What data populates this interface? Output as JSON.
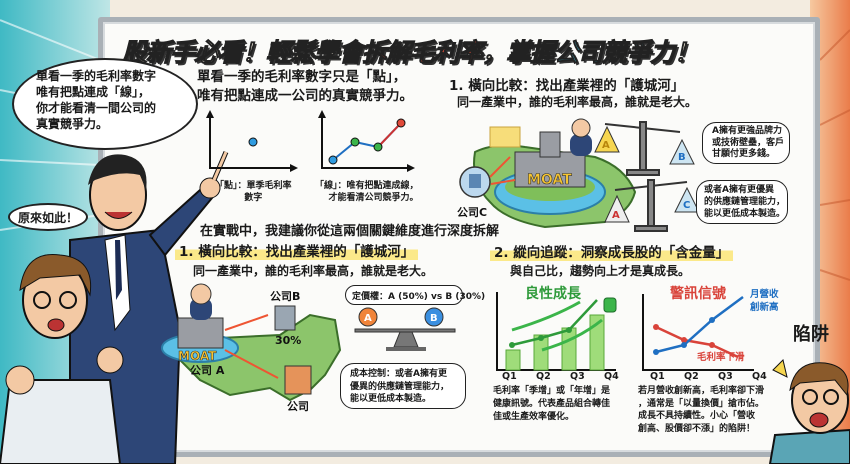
{
  "title": {
    "part1": "股新手必看！輕鬆學會",
    "part2": "拆解毛利率",
    "part3": "，掌握",
    "part4": "公司競爭力",
    "part5": "！"
  },
  "colors": {
    "red": "#e8503a",
    "blue": "#3bb3c9",
    "green": "#2e9a3a",
    "highlight": "#fbe98a",
    "line_blue": "#1f6fc2"
  },
  "speech_main": [
    "單看一季的毛利率數字",
    "唯有把點連成「線」，",
    "你才能看清一間公司的",
    "真實競爭力。"
  ],
  "speech_small": "原來如此！",
  "intro": {
    "line1": "單看一季的毛利率數字只是「點」，",
    "line2": "唯有把點連成一公司的真實競爭力。",
    "point_caption": [
      "「點」：單季毛利率",
      "數字"
    ],
    "line_caption": [
      "「線」：唯有把點連成線，",
      "才能看清公司競爭力。"
    ]
  },
  "top_right": {
    "heading": "1. 橫向比較：找出產業裡的「護城河」",
    "sub": "同一產業中，誰的毛利率最高，誰就是老大。",
    "moat": "MOAT",
    "company_c": "公司C",
    "bubble1": [
      "A擁有更強品牌力",
      "或技術壁壘，客戶",
      "甘願付更多錢。"
    ],
    "bubble2": [
      "或者A擁有更優異",
      "的供應鏈管理能力，",
      "能以更低成本製造。"
    ],
    "scale_labels": [
      "A",
      "B",
      "A",
      "C"
    ]
  },
  "practice": "在實戰中，我建議你從這兩個關鍵維度進行深度拆解",
  "section1": {
    "heading": "1. 橫向比較：找出產業裡的「護城河」",
    "sub": "同一產業中，誰的毛利率最高，誰就是老大。",
    "company_b": "公司B",
    "company_b_value": "30%",
    "moat": "MOAT",
    "company_a": "公司 A",
    "company_other": "公司",
    "pricing": "定價權：A (50%) vs B (30%)",
    "scale_labels": [
      "A",
      "B"
    ],
    "cost": [
      "成本控制：或者A擁有更",
      "優異的供應鏈管理能力，",
      "能以更低成本製造。"
    ]
  },
  "section2": {
    "heading": "2. 縱向追蹤：洞察成長股的「含金量」",
    "sub": "與自己比，趨勢向上才是真成長。",
    "good": {
      "title": "良性成長",
      "quarters": [
        "Q1",
        "Q2",
        "Q3",
        "Q4"
      ],
      "caption": [
        "毛利率「季增」或「年增」是",
        "健康訊號。代表產品組合轉佳",
        "佳或生產效率優化。"
      ]
    },
    "warn": {
      "title": "警訊信號",
      "revenue_label": [
        "月營收",
        "創新高"
      ],
      "margin_label": "毛利率下滑",
      "quarters": [
        "Q1",
        "Q2",
        "Q3",
        "Q4"
      ],
      "caption": [
        "若月營收創新高，毛利率卻下滑",
        "，通常是「以量換價」搶市佔。",
        "成長不具持續性。小心「營收",
        "創高、股價卻不漲」的陷阱！"
      ]
    }
  },
  "trap": "陷阱"
}
